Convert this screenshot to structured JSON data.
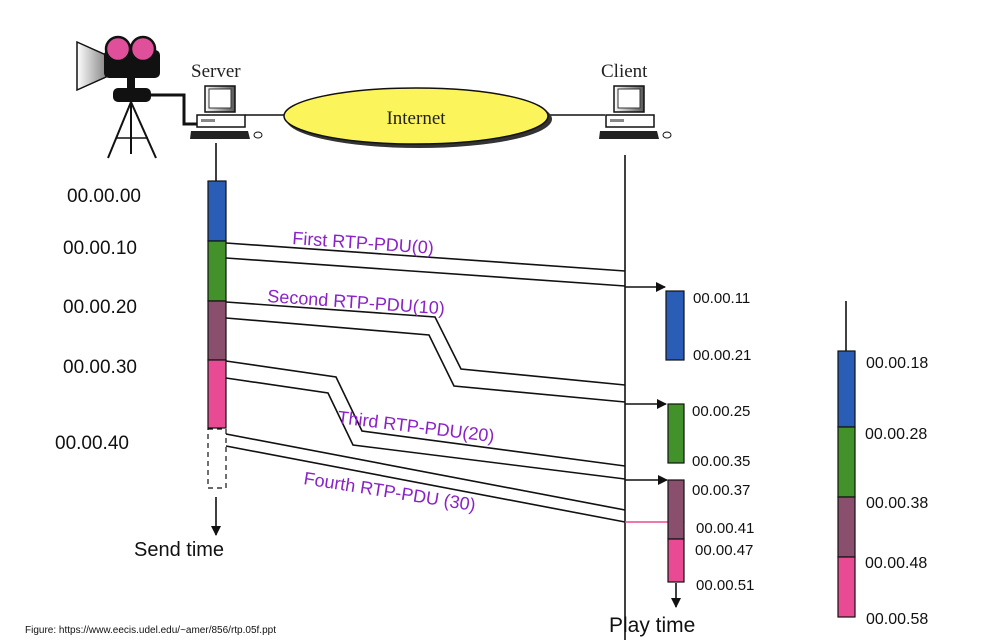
{
  "nodes": {
    "server_label": "Server",
    "client_label": "Client",
    "internet_label": "Internet"
  },
  "colors": {
    "packet0": "#2a5db5",
    "packet1": "#43912a",
    "packet2": "#8a4f6d",
    "packet3": "#e84a94",
    "pdu_text": "#8a22c8",
    "internet_fill": "#fbf45a",
    "late_arrow": "#e84a94"
  },
  "send_side": {
    "times": [
      "00.00.00",
      "00.00.10",
      "00.00.20",
      "00.00.30",
      "00.00.40"
    ],
    "axis_label": "Send time"
  },
  "packets": [
    {
      "label": "First RTP-PDU(0)"
    },
    {
      "label": "Second RTP-PDU(10)"
    },
    {
      "label": "Third RTP-PDU(20)"
    },
    {
      "label": "Fourth RTP-PDU (30)"
    }
  ],
  "play_side": {
    "blocks": [
      {
        "start": "00.00.11",
        "end": "00.00.21"
      },
      {
        "start": "00.00.25",
        "end": "00.00.35"
      },
      {
        "start": "00.00.37",
        "end": "00.00.41"
      },
      {
        "start": "00.00.47",
        "end": "00.00.51"
      }
    ],
    "axis_label": "Play time"
  },
  "buffered_playout": {
    "times": [
      "00.00.18",
      "00.00.28",
      "00.00.38",
      "00.00.48",
      "00.00.58"
    ]
  },
  "caption": "Figure: https://www.eecis.udel.edu/~amer/856/rtp.05f.ppt"
}
